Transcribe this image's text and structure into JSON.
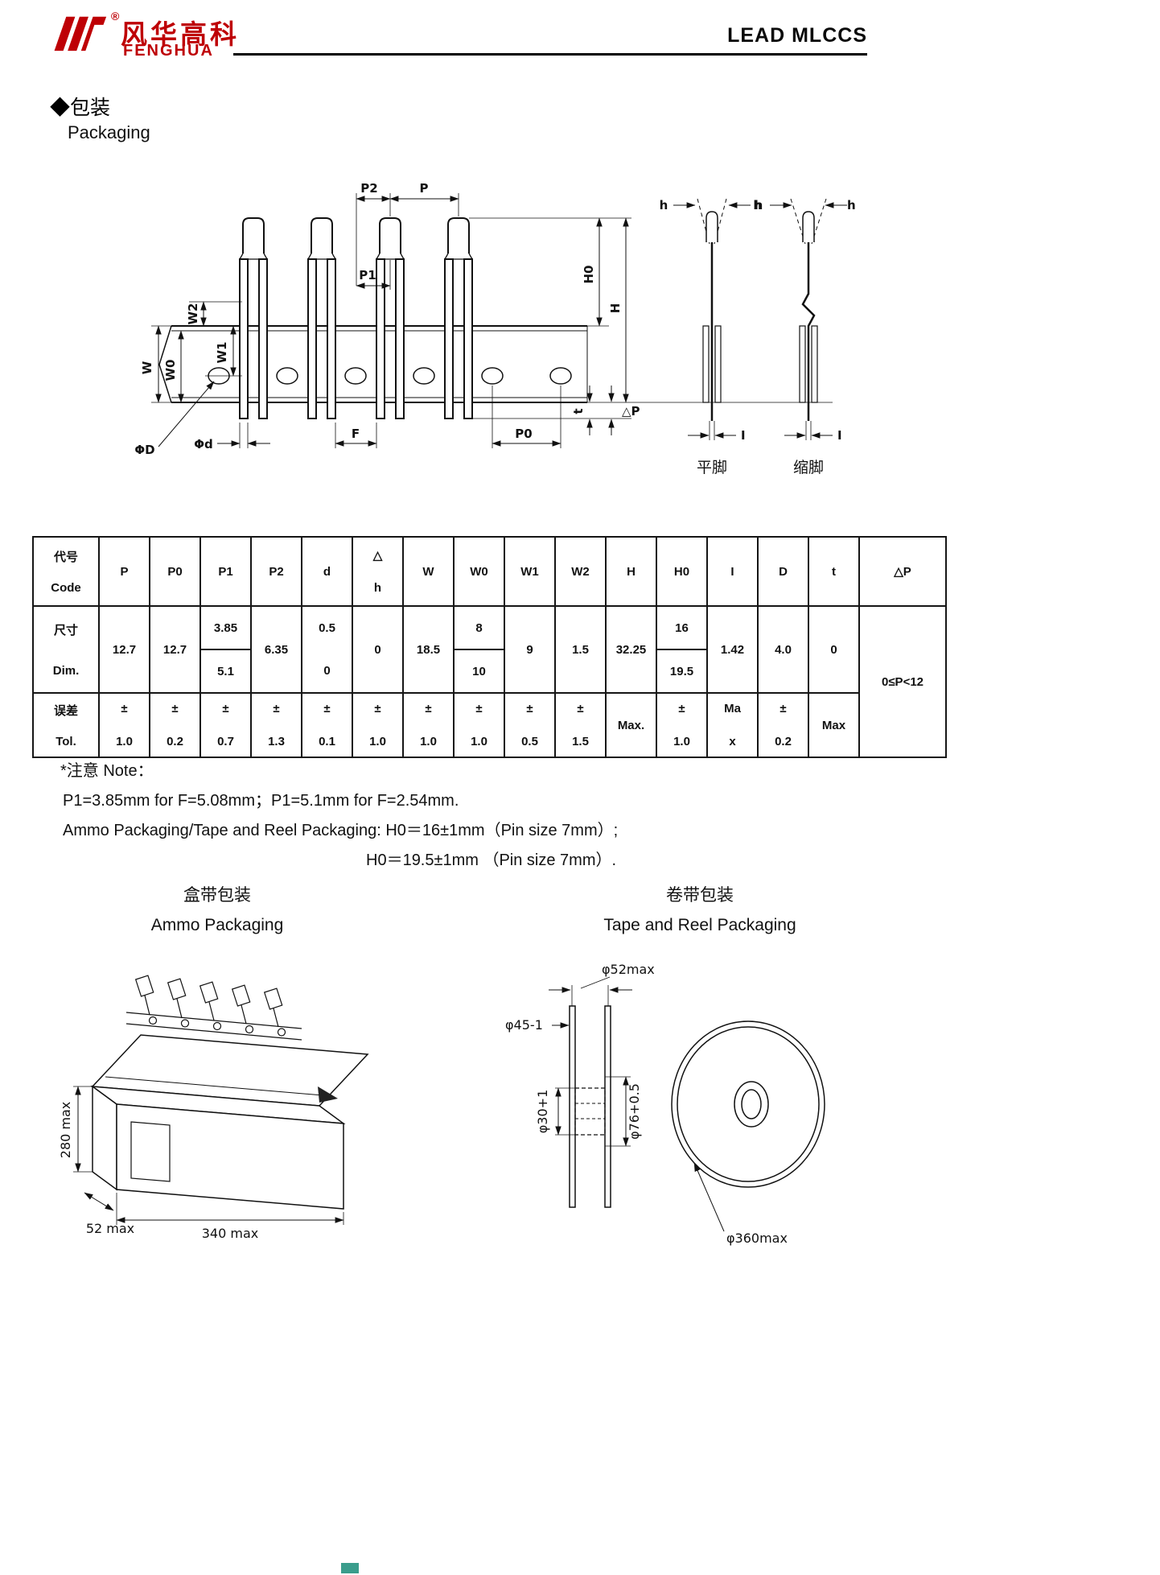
{
  "header": {
    "brand_cn": "风华高科",
    "brand_en": "FENGHUA",
    "reg_mark": "®",
    "doc_title": "LEAD MLCCS"
  },
  "section": {
    "title_cn": "◆包装",
    "title_en": "Packaging"
  },
  "diagram": {
    "p2": "P2",
    "p": "P",
    "p1": "P1",
    "w2": "W2",
    "w0": "W0",
    "w1": "W1",
    "w": "W",
    "h0": "H0",
    "h": "H",
    "h_small": "h",
    "t": "t",
    "delta_p": "△P",
    "phi_D": "ΦD",
    "phi_d": "Φd",
    "f": "F",
    "p0": "P0",
    "i": "I",
    "flat_lead": "平脚",
    "crimped_lead": "缩脚"
  },
  "table": {
    "code_cn": "代号",
    "code_en": "Code",
    "dim_cn": "尺寸",
    "dim_en": "Dim.",
    "tol_cn": "误差",
    "tol_en": "Tol.",
    "cols": {
      "p": "P",
      "p0": "P0",
      "p1": "P1",
      "p2": "P2",
      "d": "d",
      "dh_top": "△",
      "dh_bot": "h",
      "w": "W",
      "w0": "W0",
      "w1": "W1",
      "w2": "W2",
      "h": "H",
      "h0": "H0",
      "i": "I",
      "D": "D",
      "t": "t",
      "dp": "△P"
    },
    "dim": {
      "p": "12.7",
      "p0": "12.7",
      "p1a": "3.85",
      "p1b": "5.1",
      "p2": "6.35",
      "da": "0.5",
      "db": "0",
      "dh": "0",
      "w": "18.5",
      "w0a": "8",
      "w0b": "10",
      "w1": "9",
      "w2": "1.5",
      "h": "32.25",
      "h0a": "16",
      "h0b": "19.5",
      "i": "1.42",
      "D": "4.0",
      "t": "0"
    },
    "tol": {
      "pm": "±",
      "p": "1.0",
      "p0": "0.2",
      "p1": "0.7",
      "p2": "1.3",
      "d": "0.1",
      "dh": "1.0",
      "w": "1.0",
      "w0": "1.0",
      "w1": "0.5",
      "w2": "1.5",
      "h": "Max.",
      "h0": "1.0",
      "i_a": "Ma",
      "i_b": "x",
      "D": "0.2",
      "t": "Max"
    },
    "dp_range": "0≤P<12"
  },
  "notes": {
    "title": "*注意 Note：",
    "line1": "P1=3.85mm for F=5.08mm；P1=5.1mm for F=2.54mm.",
    "line2": "Ammo Packaging/Tape and Reel Packaging: H0＝16±1mm（Pin size 7mm）;",
    "line3": "H0＝19.5±1mm （Pin size 7mm）."
  },
  "ammo": {
    "title_cn": "盒带包装",
    "title_en": "Ammo Packaging",
    "dim_height": "280 max",
    "dim_depth": "52 max",
    "dim_length": "340 max"
  },
  "reel": {
    "title_cn": "卷带包装",
    "title_en": "Tape and Reel Packaging",
    "d52": "φ52max",
    "d45": "φ45-1",
    "d30": "φ30+1",
    "d76": "φ76+0.5",
    "d360": "φ360max"
  }
}
